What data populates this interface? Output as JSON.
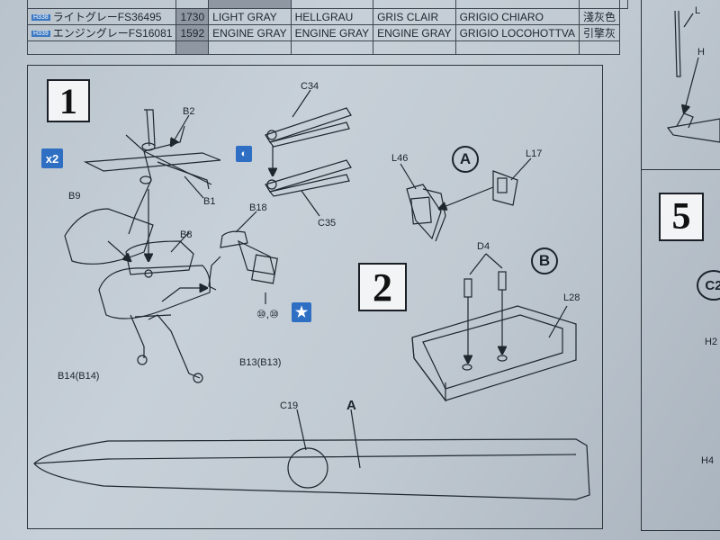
{
  "color_table": {
    "rows": [
      {
        "code": "H338",
        "jp": "ライトグレーFS36495",
        "num": "1730",
        "en": "LIGHT GRAY",
        "de": "HELLGRAU",
        "fr": "GRIS CLAIR",
        "it": "GRIGIO CHIARO",
        "jp2": "淺灰色"
      },
      {
        "code": "H339",
        "jp": "エンジングレーFS16081",
        "num": "1592",
        "en": "ENGINE GRAY",
        "de": "ENGINE GRAY",
        "fr": "ENGINE GRAY",
        "it": "GRIGIO LOCOHOTTVA",
        "jp2": "引擎灰"
      }
    ]
  },
  "steps": {
    "s1": "1",
    "s2": "2",
    "s5": "5"
  },
  "badges": {
    "x2": "x2",
    "circle_marks": "⑩,⑩"
  },
  "circle_labels": {
    "a": "A",
    "b": "B",
    "c": "C2"
  },
  "parts": {
    "b2": "B2",
    "b1": "B1",
    "c34": "C34",
    "c35": "C35",
    "b9": "B9",
    "b18": "B18",
    "b8": "B8",
    "b13": "B13(B13)",
    "b14": "B14(B14)",
    "l46": "L46",
    "l17": "L17",
    "d4": "D4",
    "l28": "L28",
    "c19": "C19",
    "a": "A",
    "h2": "H2",
    "h4": "H4",
    "h_top": "H",
    "l_top": "L"
  }
}
